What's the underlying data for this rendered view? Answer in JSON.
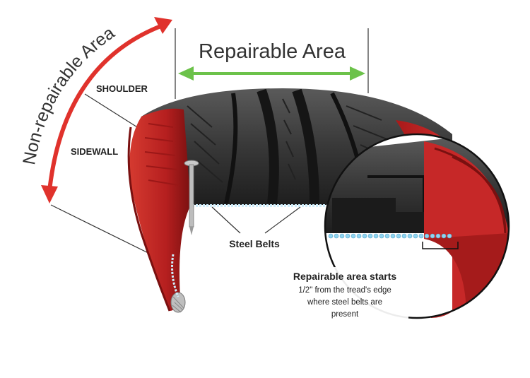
{
  "labels": {
    "repairable_area": "Repairable Area",
    "non_repairable_area": "Non-repairable Area",
    "shoulder": "SHOULDER",
    "sidewall": "SIDEWALL",
    "steel_belts": "Steel Belts",
    "repair_starts_title": "Repairable area starts",
    "repair_starts_line1": "1/2\" from the tread's edge",
    "repair_starts_line2": "where steel belts are",
    "repair_starts_line3": "present"
  },
  "colors": {
    "repairable_arrow": "#6cc24a",
    "non_repairable_arrow": "#e0322c",
    "rubber_red": "#c62828",
    "rubber_dark_red": "#8e1414",
    "tread_dark": "#2b2b2b",
    "tread_mid": "#4a4a4a",
    "steel_belt_bead": "#8fd4f0",
    "guide_line": "#333333"
  }
}
